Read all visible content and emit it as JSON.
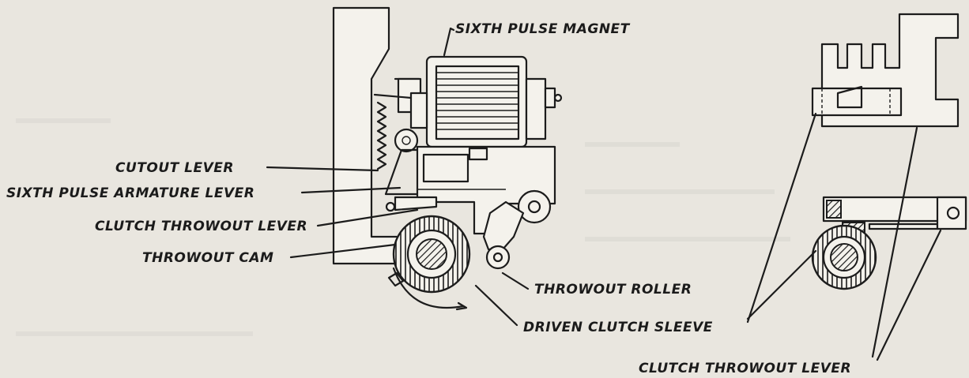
{
  "labels": {
    "sixth_pulse_magnet": "SIXTH PULSE MAGNET",
    "cutout_lever": "CUTOUT LEVER",
    "sixth_pulse_armature_lever": "SIXTH PULSE ARMATURE LEVER",
    "clutch_throwout_lever_left": "CLUTCH THROWOUT LEVER",
    "throwout_cam": "THROWOUT CAM",
    "throwout_roller": "THROWOUT ROLLER",
    "driven_clutch_sleeve": "DRIVEN CLUTCH SLEEVE",
    "clutch_throwout_lever_right": "CLUTCH THROWOUT LEVER"
  },
  "colors": {
    "paper": "#e9e6df",
    "ink": "#1c1c1c"
  }
}
